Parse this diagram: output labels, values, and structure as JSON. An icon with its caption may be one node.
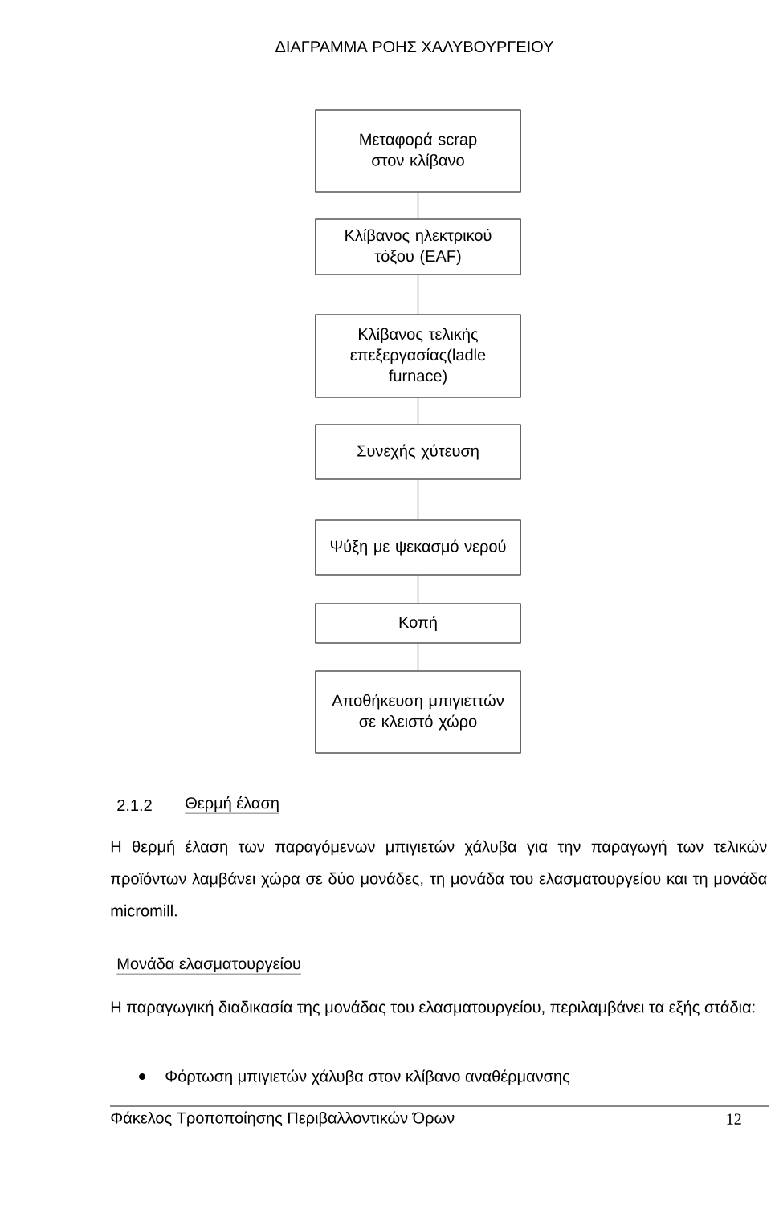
{
  "diagram": {
    "title": "ΔΙΑΓΡΑΜΜΑ ΡΟΗΣ ΧΑΛΥΒΟΥΡΓΕΙΟΥ",
    "nodes": [
      {
        "text": [
          "Μεταφορά scrap στον κλίβανο"
        ]
      },
      {
        "text": [
          "Κλίβανος ηλεκτρικού τόξου (EAF)"
        ]
      },
      {
        "text": [
          "Κλίβανος τελικής επεξεργασίας(ladle furnace)"
        ]
      },
      {
        "text": [
          "Συνεχής χύτευση"
        ]
      },
      {
        "text": [
          "Ψύξη με ψεκασμό νερού"
        ]
      },
      {
        "text": [
          "Κοπή"
        ]
      },
      {
        "text": [
          "Αποθήκευση μπιγιεττών σε κλειστό χώρο"
        ]
      }
    ],
    "edges": [
      {
        "from": 0,
        "to": 1,
        "arrow": "none"
      },
      {
        "from": 1,
        "to": 2,
        "arrow": "none"
      },
      {
        "from": 2,
        "to": 3,
        "arrow": "none"
      },
      {
        "from": 3,
        "to": 4,
        "arrow": "none"
      },
      {
        "from": 4,
        "to": 5,
        "arrow": "none"
      },
      {
        "from": 5,
        "to": 6,
        "arrow": "none"
      }
    ],
    "labels": [
      "2.1.2",
      "Θερμή έλαση",
      "Η θερμή έλαση των παραγόμενων μπιγιετών χάλυβα για την παραγωγή των τελικών προϊόντων λαμβάνει χώρα σε δύο μονάδες, τη μονάδα του ελασματουργείου και τη μονάδα micromill.",
      "Μονάδα ελασματουργείου",
      "Η παραγωγική διαδικασία της μονάδας του ελασματουργείου, περιλαμβάνει τα εξής στάδια:",
      "Φόρτωση μπιγιετών χάλυβα στον κλίβανο αναθέρμανσης",
      "Φάκελος Τροποποίησης Περιβαλλοντικών Όρων",
      "12"
    ]
  }
}
